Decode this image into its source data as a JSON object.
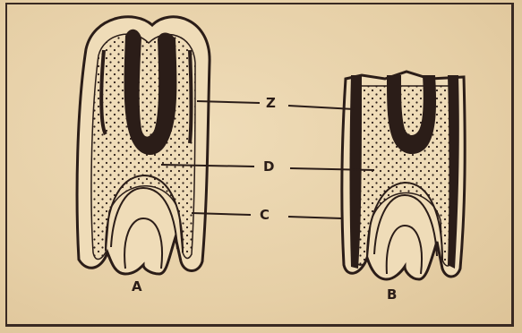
{
  "labels": {
    "z": "Z",
    "d": "D",
    "c": "C",
    "tooth_a": "A",
    "tooth_b": "B"
  }
}
